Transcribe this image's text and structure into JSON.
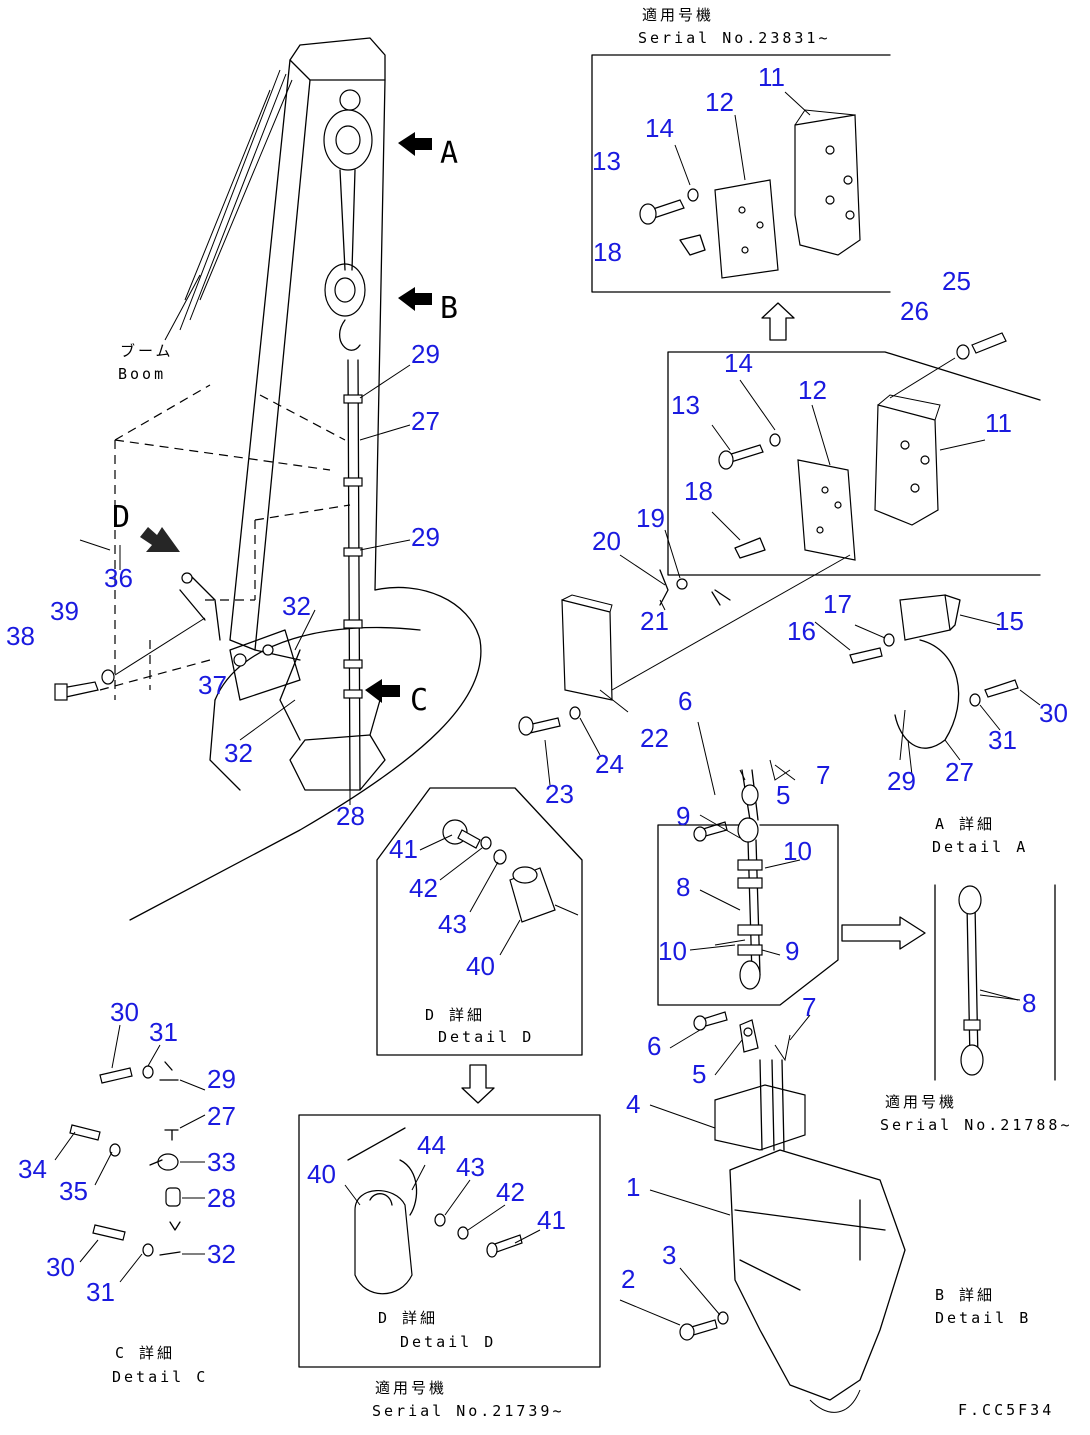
{
  "diagram_id": "F.CC5F34",
  "views": {
    "boom": {
      "ja": "ブーム",
      "en": "Boom"
    },
    "arrows": [
      "A",
      "B",
      "C",
      "D"
    ],
    "top_serial": {
      "ja": "適用号機",
      "en": "Serial No.23831~"
    },
    "detail_a": {
      "ja": "A 詳細",
      "en": "Detail A"
    },
    "detail_b": {
      "ja": "B 詳細",
      "en": "Detail B"
    },
    "detail_c": {
      "ja": "C 詳細",
      "en": "Detail C"
    },
    "detail_d_upper": {
      "ja": "D 詳細",
      "en": "Detail D"
    },
    "detail_d_lower": {
      "ja": "D 詳細",
      "en": "Detail D"
    },
    "serial_21788": {
      "ja": "適用号機",
      "en": "Serial No.21788~"
    },
    "serial_21739": {
      "ja": "適用号機",
      "en": "Serial No.21739~"
    }
  },
  "callouts": {
    "c11a": "11",
    "c12a": "12",
    "c14a": "14",
    "c13a": "13",
    "c18a": "18",
    "c25": "25",
    "c26": "26",
    "c14b": "14",
    "c12b": "12",
    "c13b": "13",
    "c11b": "11",
    "c18b": "18",
    "c19": "19",
    "c20": "20",
    "c21": "21",
    "c22": "22",
    "c17": "17",
    "c16": "16",
    "c15": "15",
    "c30a": "30",
    "c31a": "31",
    "c27a": "27",
    "c29a": "29",
    "c23": "23",
    "c24": "24",
    "c6a": "6",
    "c5a": "5",
    "c7a": "7",
    "c9a": "9",
    "c10a": "10",
    "c8a": "8",
    "c10b": "10",
    "c9b": "9",
    "c8b": "8",
    "c7b": "7",
    "c6b": "6",
    "c5b": "5",
    "c4": "4",
    "c1": "1",
    "c3": "3",
    "c2": "2",
    "c29b": "29",
    "c27b": "27",
    "c29c": "29",
    "c32a": "32",
    "c32b": "32",
    "c28a": "28",
    "c36": "36",
    "c39": "39",
    "c38": "38",
    "c37": "37",
    "c41a": "41",
    "c42a": "42",
    "c43a": "43",
    "c40a": "40",
    "c40b": "40",
    "c44": "44",
    "c43b": "43",
    "c42b": "42",
    "c41b": "41",
    "c30b": "30",
    "c31b": "31",
    "c29d": "29",
    "c27c": "27",
    "c34": "34",
    "c35": "35",
    "c33": "33",
    "c28b": "28",
    "c30c": "30",
    "c31c": "31",
    "c32c": "32"
  }
}
